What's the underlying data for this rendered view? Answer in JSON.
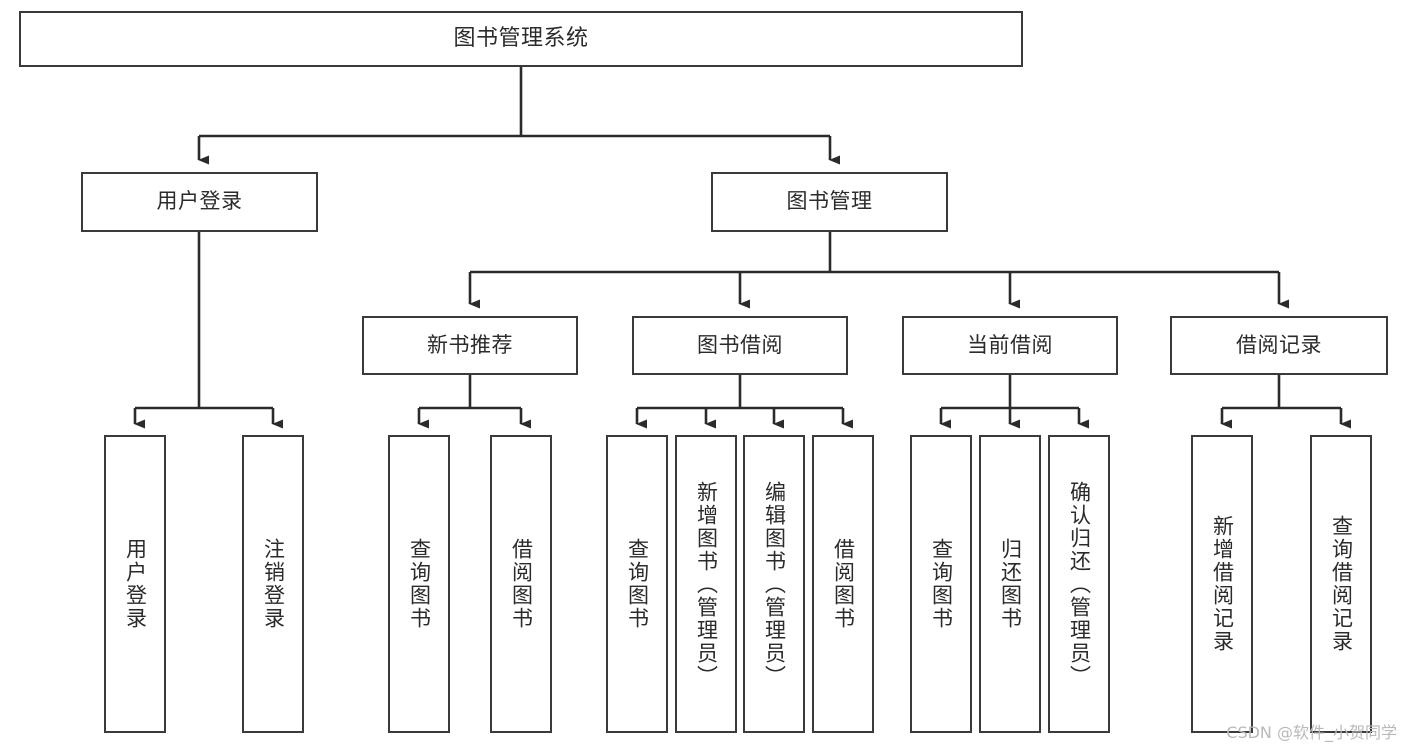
{
  "diagram": {
    "type": "tree-hierarchy",
    "title": "图书管理系统",
    "watermark": "CSDN @软件_小贺同学",
    "colors": {
      "box_border": "#3a3a3a",
      "box_fill": "#ffffff",
      "edge": "#2b2b2b",
      "text": "#2b2b2b",
      "watermark": "#b9b9b9",
      "background": "#ffffff"
    },
    "nodes": {
      "root": {
        "label": "图书管理系统"
      },
      "level1": [
        {
          "label": "用户登录"
        },
        {
          "label": "图书管理"
        }
      ],
      "level2": [
        {
          "label": "新书推荐"
        },
        {
          "label": "图书借阅"
        },
        {
          "label": "当前借阅"
        },
        {
          "label": "借阅记录"
        }
      ],
      "leaves": {
        "user_login": [
          {
            "label": "用户登录"
          },
          {
            "label": "注销登录"
          }
        ],
        "new_book": [
          {
            "label": "查询图书"
          },
          {
            "label": "借阅图书"
          }
        ],
        "borrow_book": [
          {
            "label": "查询图书"
          },
          {
            "label": "新增图书（管理员）"
          },
          {
            "label": "编辑图书（管理员）"
          },
          {
            "label": "借阅图书"
          }
        ],
        "current_borrow": [
          {
            "label": "查询图书"
          },
          {
            "label": "归还图书"
          },
          {
            "label": "确认归还（管理员）"
          }
        ],
        "borrow_record": [
          {
            "label": "新增借阅记录"
          },
          {
            "label": "查询借阅记录"
          }
        ]
      }
    }
  }
}
